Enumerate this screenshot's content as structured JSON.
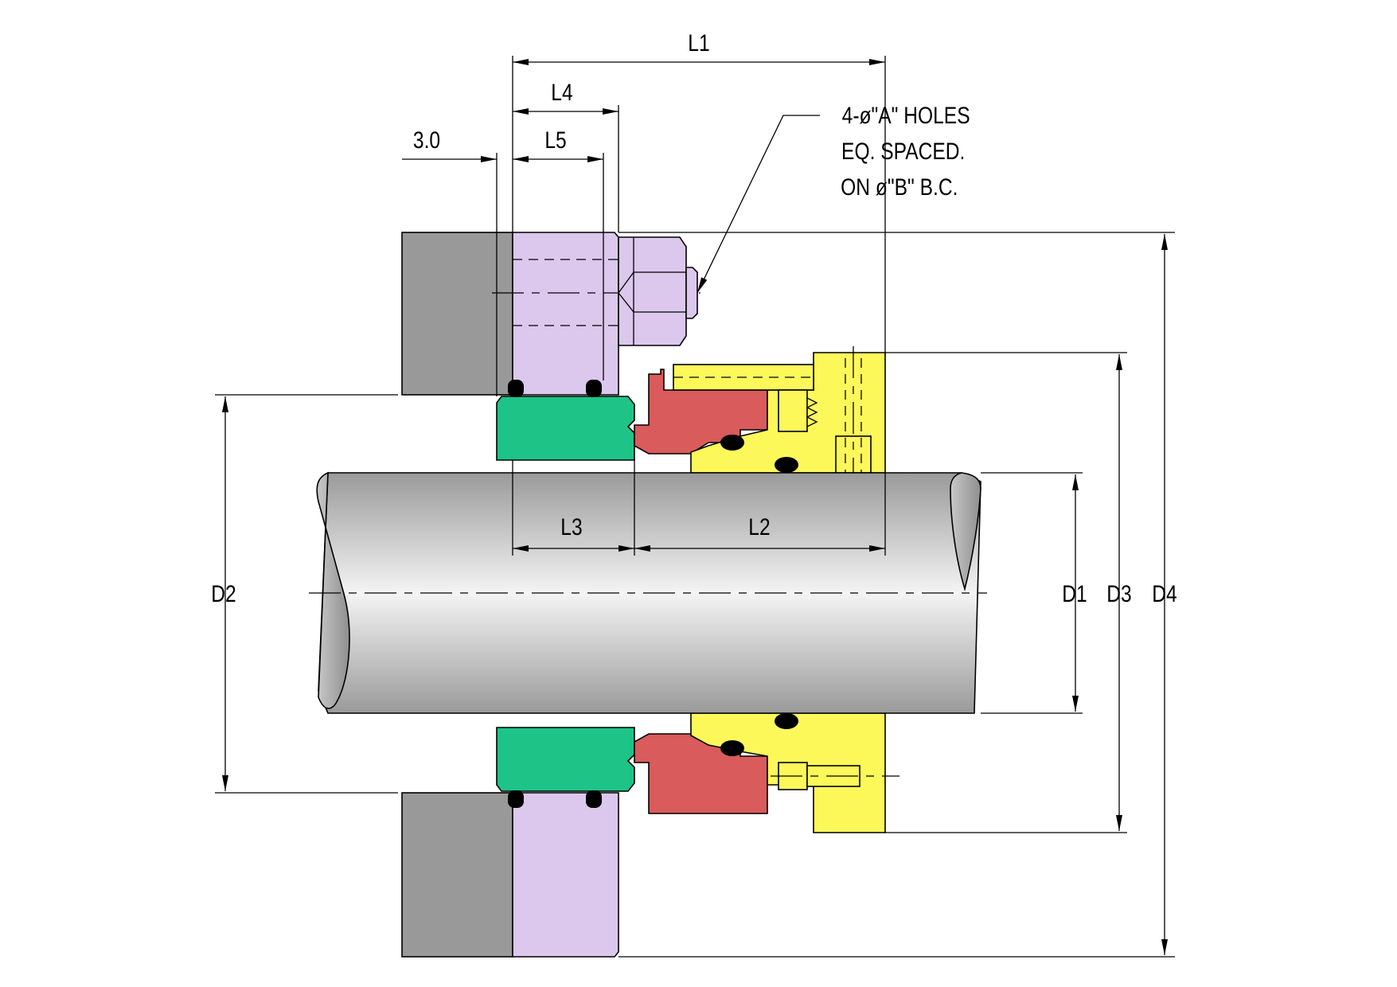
{
  "labels": {
    "L1": "L1",
    "L2": "L2",
    "L3": "L3",
    "L4": "L4",
    "L5": "L5",
    "offset": "3.0",
    "D1": "D1",
    "D2": "D2",
    "D3": "D3",
    "D4": "D4"
  },
  "note": {
    "line1": "4-ø\"A\" HOLES",
    "line2": "EQ. SPACED.",
    "line3": "ON ø\"B\" B.C."
  },
  "colors": {
    "housing": "#999999",
    "gland": "#dcc8ec",
    "stationary_seat": "#1ec487",
    "seal_face": "#d95b5b",
    "sleeve_collar": "#fdf85a",
    "shaft_light": "#f2f2f2",
    "shaft_dark": "#9a9a9a",
    "oring": "#000000"
  }
}
